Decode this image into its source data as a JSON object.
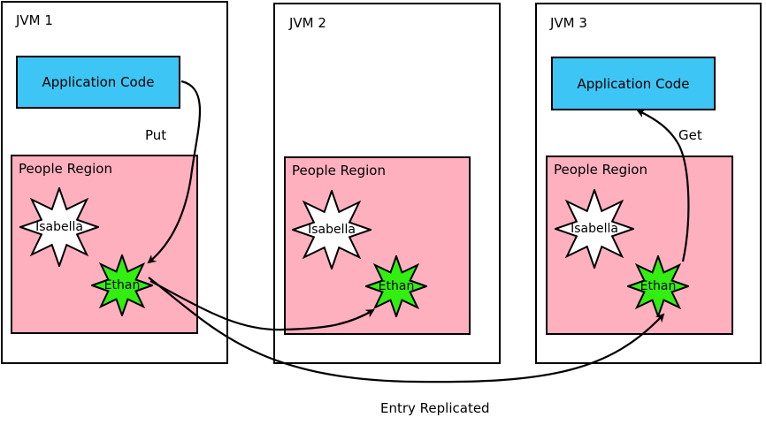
{
  "jvms": [
    {
      "label": "JVM 1",
      "app_label": "Application Code",
      "region_label": "People Region",
      "entries": [
        "Isabella",
        "Ethan"
      ]
    },
    {
      "label": "JVM 2",
      "region_label": "People Region",
      "entries": [
        "Isabella",
        "Ethan"
      ]
    },
    {
      "label": "JVM 3",
      "app_label": "Application Code",
      "region_label": "People Region",
      "entries": [
        "Isabella",
        "Ethan"
      ]
    }
  ],
  "edges": {
    "put": "Put",
    "get": "Get",
    "replicated": "Entry Replicated"
  },
  "colors": {
    "app_fill": "#3dc5f5",
    "region_fill": "#ffb0bf",
    "replicated_entry_fill": "#33ee11",
    "entry_fill": "#ffffff"
  }
}
